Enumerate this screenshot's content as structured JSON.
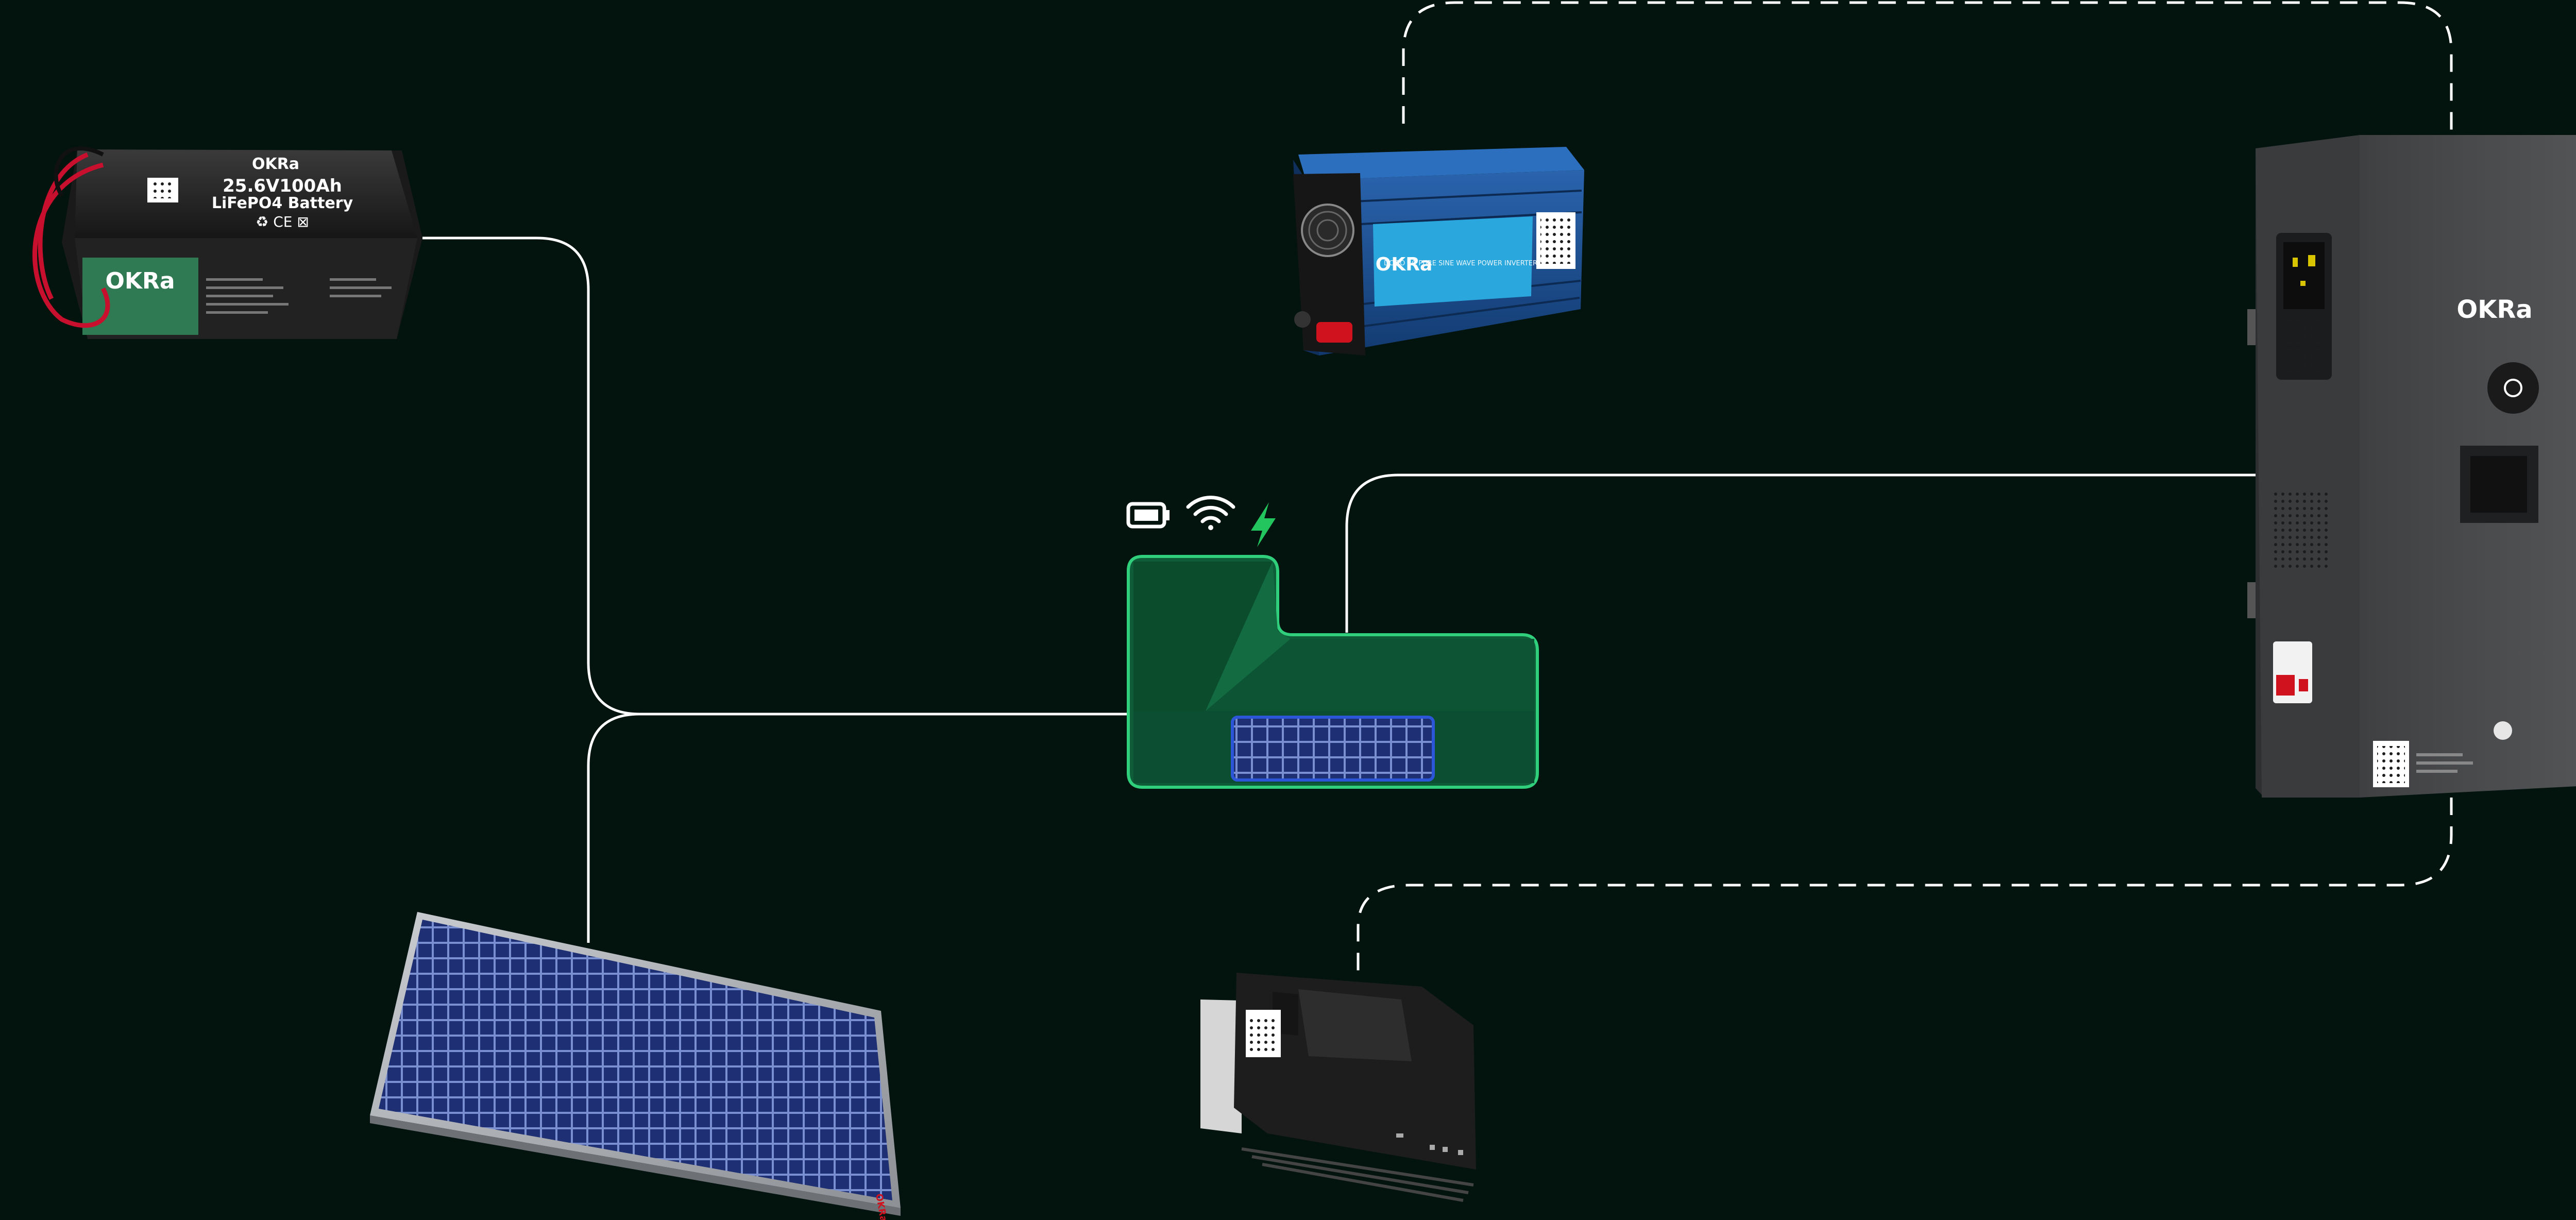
{
  "colors": {
    "background": "#03130e",
    "wire": "#ffffff",
    "hub_fill": "#0f5c38",
    "hub_border": "#2fcf7c",
    "accent_green": "#22c55e",
    "inverter_blue": "#1a4d8c",
    "inverter_label": "#2aa7dc",
    "cabinet_gray": "#4a4b4d",
    "solar_cell": "#1e2f73"
  },
  "battery": {
    "brand": "OKRa",
    "spec_line1": "25.6V100Ah",
    "spec_line2": "LiFePO4 Battery",
    "cert_marks": "♻ CE ⊠",
    "side_brand": "OKRa"
  },
  "inverter": {
    "brand": "OKRa",
    "tagline": "DC TO AC PURE SINE WAVE POWER INVERTER"
  },
  "cabinet": {
    "brand": "OKRa"
  },
  "hub": {
    "status_icons": [
      "battery-icon",
      "wifi-icon",
      "lightning-icon"
    ]
  },
  "charge_controller": {},
  "solar_panel": {}
}
